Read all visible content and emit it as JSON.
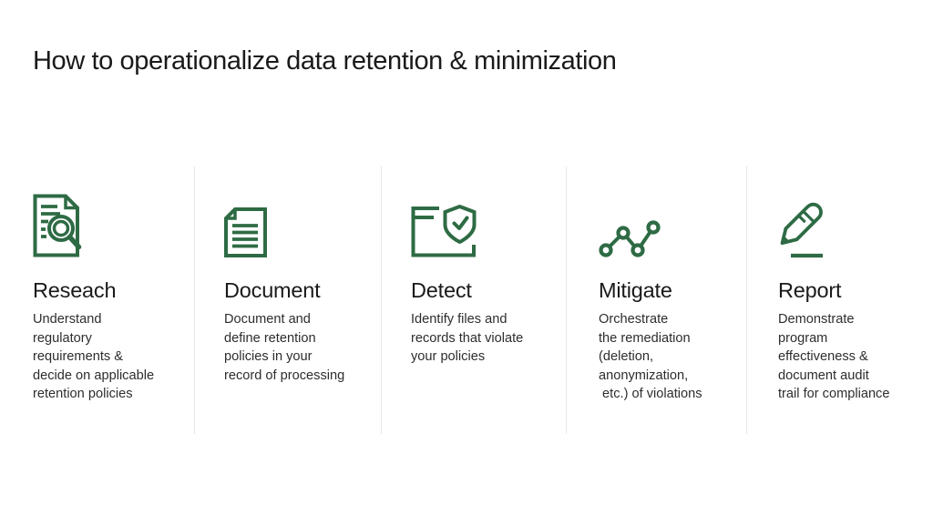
{
  "theme": {
    "accent_green": "#2E6B44",
    "text_dark": "#1A1A1A",
    "text_body": "#2D2D2D",
    "divider": "#E8E8E8",
    "background": "#FFFFFF"
  },
  "header": {
    "title": "How to operationalize data retention & minimization"
  },
  "steps": [
    {
      "icon": "document-search-icon",
      "heading": "Reseach",
      "description": "Understand\nregulatory\nrequirements &\ndecide on applicable\nretention policies"
    },
    {
      "icon": "document-lines-icon",
      "heading": "Document",
      "description": "Document and\ndefine retention\npolicies in your\nrecord of processing"
    },
    {
      "icon": "folder-shield-check-icon",
      "heading": "Detect",
      "description": "Identify files and\nrecords that violate\nyour policies"
    },
    {
      "icon": "trend-nodes-icon",
      "heading": "Mitigate",
      "description": "Orchestrate\nthe remediation\n(deletion,\nanonymization,\n etc.) of violations"
    },
    {
      "icon": "pencil-underline-icon",
      "heading": "Report",
      "description": "Demonstrate\nprogram\neffectiveness &\ndocument audit\ntrail for compliance"
    }
  ]
}
